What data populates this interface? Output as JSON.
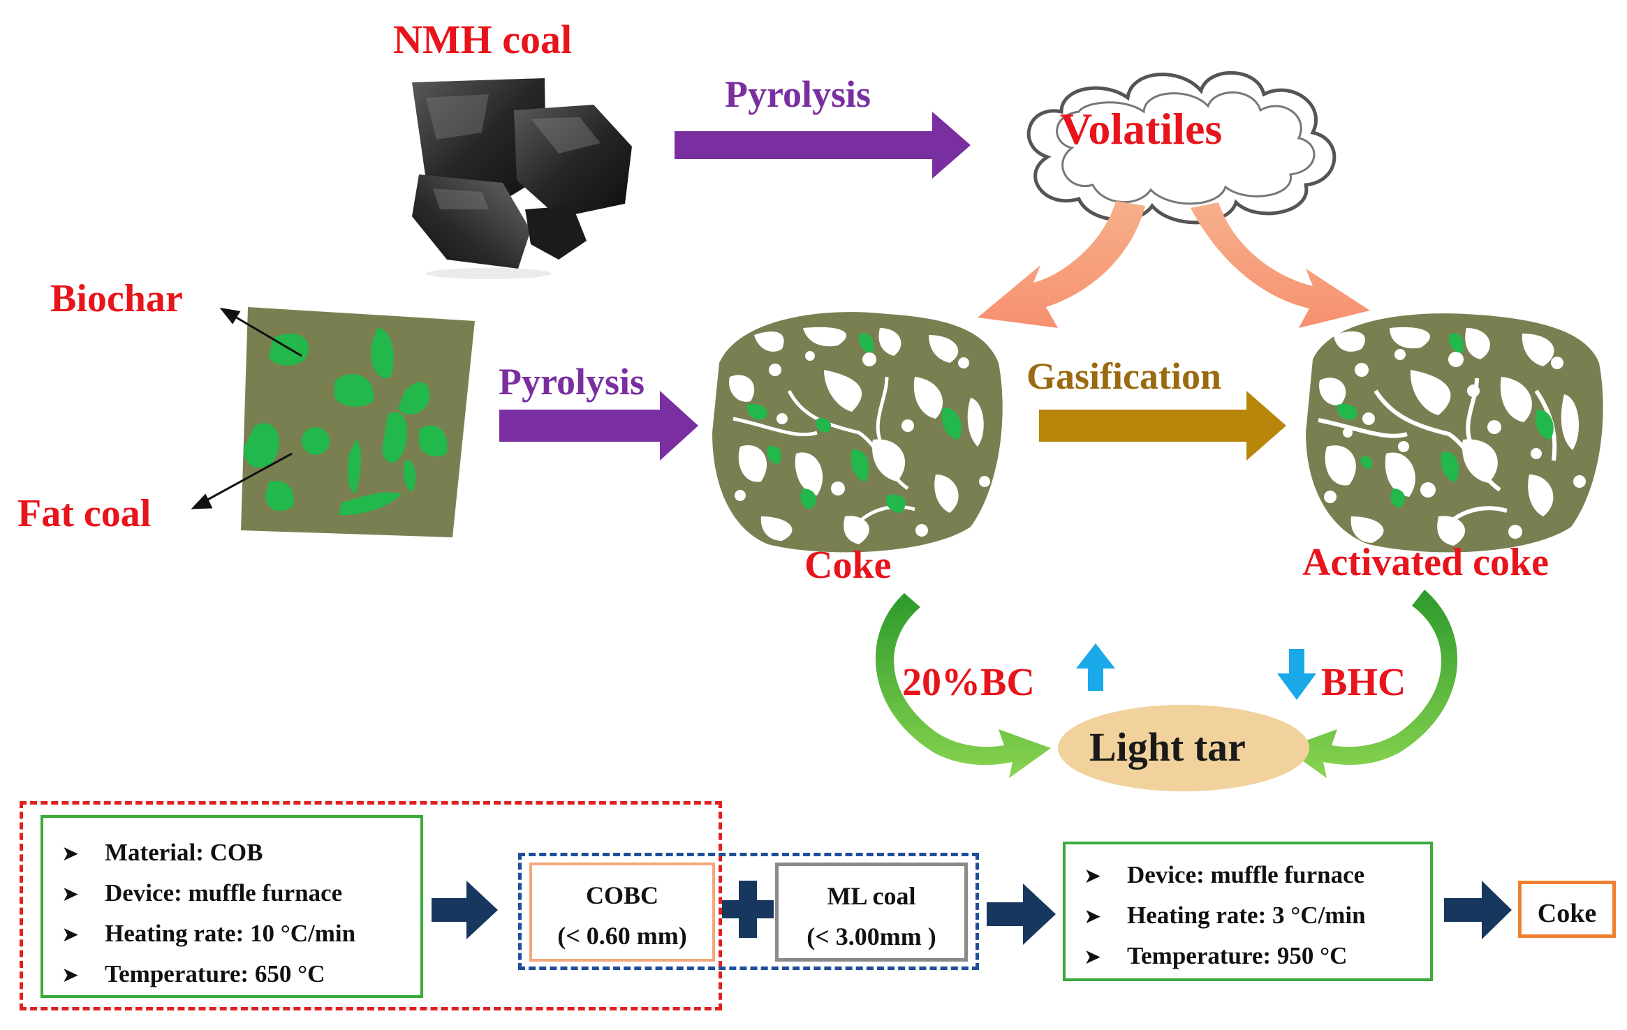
{
  "labels": {
    "nmh_coal": "NMH coal",
    "volatiles": "Volatiles",
    "pyrolysis_top": "Pyrolysis",
    "pyrolysis_mid": "Pyrolysis",
    "gasification": "Gasification",
    "biochar": "Biochar",
    "fat_coal": "Fat coal",
    "coke": "Coke",
    "activated_coke": "Activated coke",
    "bc_20": "20%BC",
    "bhc": "BHC",
    "light_tar": "Light tar"
  },
  "process": {
    "step1": [
      "Material: COB",
      "Device: muffle furnace",
      "Heating rate: 10 °C/min",
      "Temperature:  650 °C"
    ],
    "cobc": {
      "name": "COBC",
      "size": "(< 0.60 mm)"
    },
    "ml_coal": {
      "name": "ML coal",
      "size": "(< 3.00mm )"
    },
    "step2": [
      "Device: muffle furnace",
      "Heating rate: 3 °C/min",
      "Temperature:  950 °C"
    ],
    "output": "Coke"
  },
  "colors": {
    "label_red": "#e8141c",
    "pyrolysis_arrow": "#7a2fa0",
    "gasification_arrow": "#b8860b",
    "volatile_arrow": "#f7a27e",
    "tar_arrow": "#6cc43c",
    "blue_indicator": "#19a8e8",
    "coke_matrix": "#7a7f52",
    "biochar_green": "#22b84c",
    "tar_ellipse": "#f1d29c",
    "flow_arrow": "#17375e"
  }
}
